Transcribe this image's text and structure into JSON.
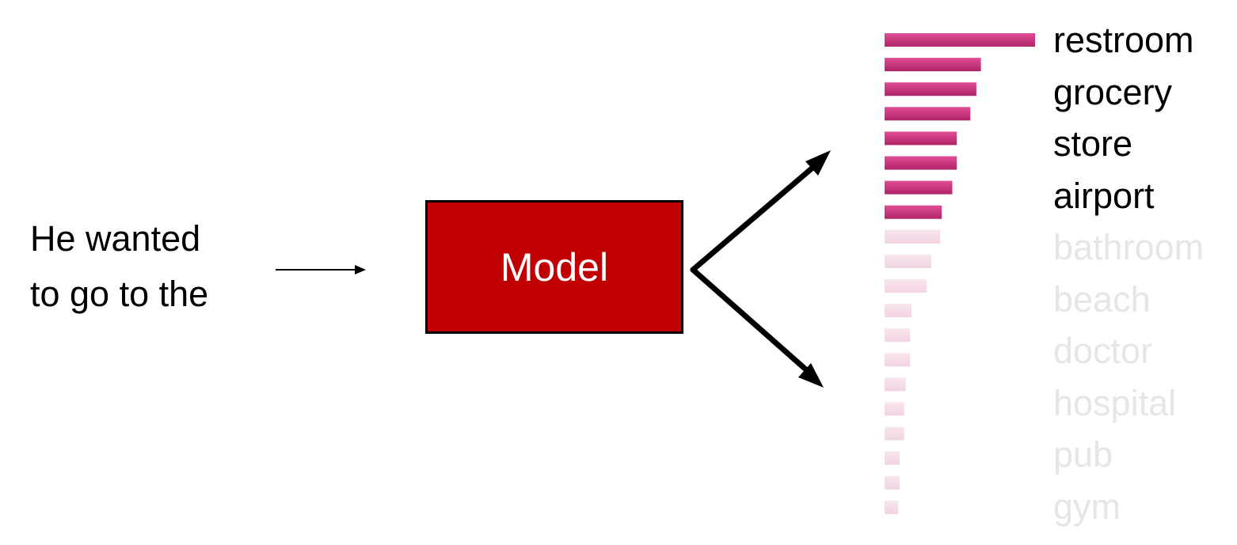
{
  "prompt": {
    "lines": [
      "He wanted",
      "to go to the"
    ]
  },
  "model": {
    "label": "Model",
    "fill_color": "#c00000",
    "text_color": "#ffffff"
  },
  "chart_data": {
    "type": "bar",
    "orientation": "horizontal",
    "bars_color_highlighted": "#c8357e",
    "bars_color_faded": "#f6dde8",
    "values": [
      1.0,
      0.64,
      0.61,
      0.57,
      0.48,
      0.48,
      0.45,
      0.38,
      0.37,
      0.31,
      0.28,
      0.18,
      0.17,
      0.17,
      0.14,
      0.13,
      0.13,
      0.1,
      0.1,
      0.09
    ],
    "highlighted_count": 8,
    "words": [
      {
        "text": "restroom",
        "highlighted": true
      },
      {
        "text": "grocery",
        "highlighted": true
      },
      {
        "text": "store",
        "highlighted": true
      },
      {
        "text": "airport",
        "highlighted": true
      },
      {
        "text": "bathroom",
        "highlighted": false
      },
      {
        "text": "beach",
        "highlighted": false
      },
      {
        "text": "doctor",
        "highlighted": false
      },
      {
        "text": "hospital",
        "highlighted": false
      },
      {
        "text": "pub",
        "highlighted": false
      },
      {
        "text": "gym",
        "highlighted": false
      }
    ],
    "word_color_highlighted": "#000000",
    "word_color_faded": "#e6e6e6"
  }
}
